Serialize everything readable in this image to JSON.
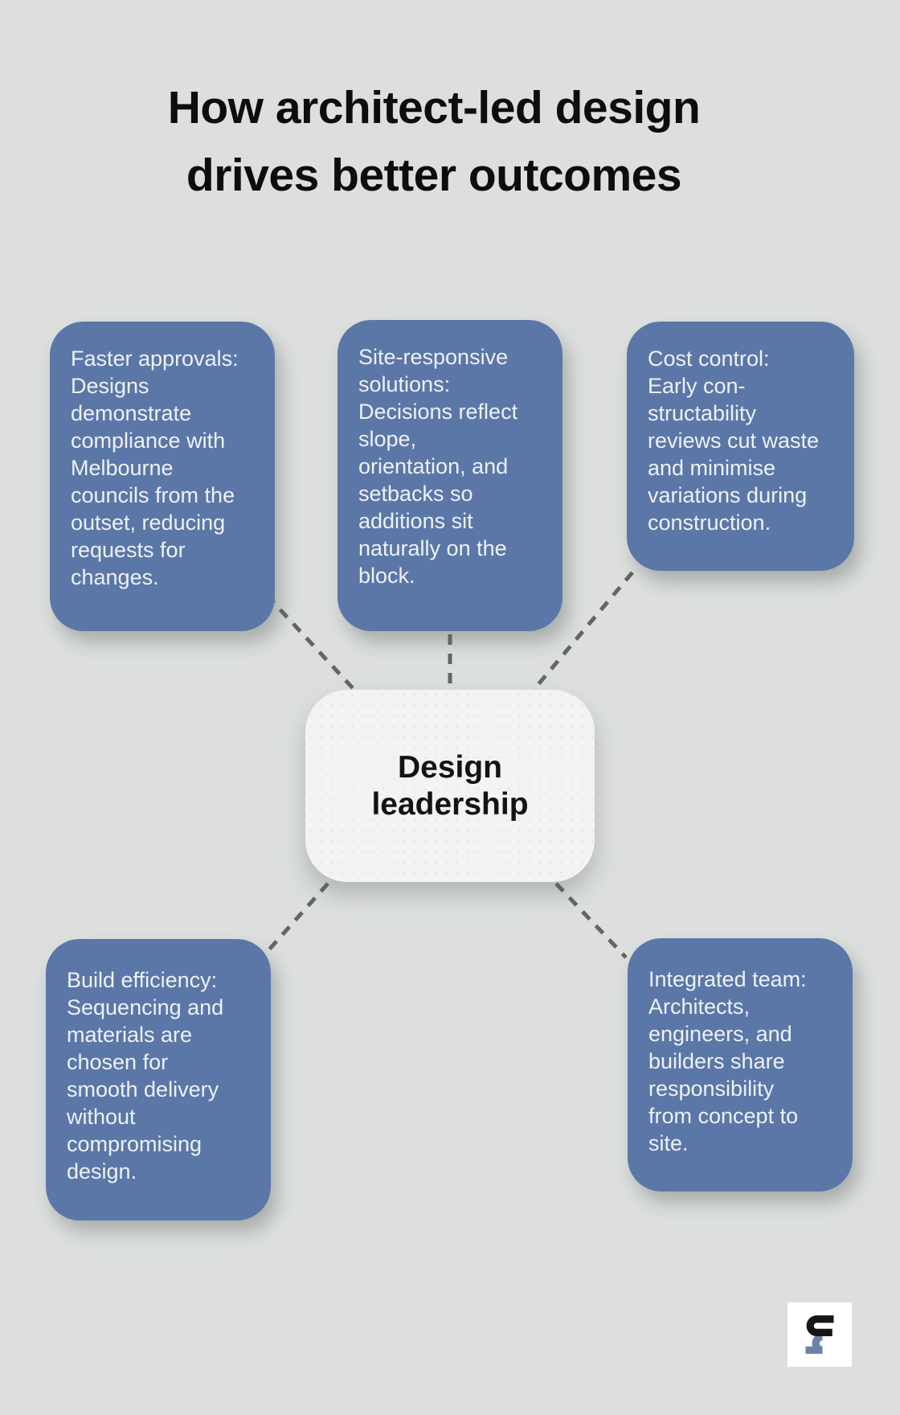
{
  "title": {
    "text": "How architect-led design\ndrives better outcomes"
  },
  "center_node": {
    "label": "Design\nleadership"
  },
  "benefit_nodes": [
    {
      "id": "faster-approvals",
      "label": "Faster approvals:\nDesigns\ndemonstrate\ncompliance with\nMelbourne\ncouncils from the\noutset, reducing\nrequests for\nchanges."
    },
    {
      "id": "site-responsive-solutions",
      "label": "Site-responsive\nsolutions:\nDecisions reflect\nslope,\norientation, and\nsetbacks so\nadditions sit\nnaturally on the\nblock."
    },
    {
      "id": "cost-control",
      "label": "Cost control:\nEarly con-\nstructability\nreviews cut waste\nand minimise\nvariations during\nconstruction."
    },
    {
      "id": "build-efficiency",
      "label": "Build efficiency:\nSequencing and\nmaterials are\nchosen for\nsmooth delivery\nwithout\ncompromising\ndesign."
    },
    {
      "id": "integrated-team",
      "label": "Integrated team:\nArchitects,\nengineers, and\nbuilders share\nresponsibility\nfrom concept to\nsite."
    }
  ],
  "logo": {
    "name": "s-monogram-logo"
  },
  "colors": {
    "background": "#dcdfde",
    "node_blue": "#5b77a8",
    "node_text": "#eef1f6",
    "center_bg": "#f3f3f2",
    "title_text": "#0d0d0d",
    "connector": "#636663",
    "logo_black": "#161616",
    "logo_blue": "#6d82aa"
  }
}
